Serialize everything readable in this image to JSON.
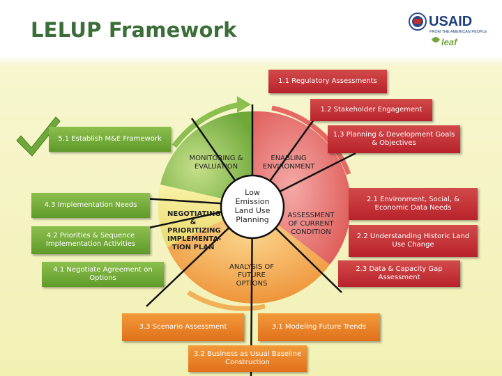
{
  "title": "LELUP Framework",
  "logo": {
    "usaid": "USAID",
    "tagline": "FROM THE AMERICAN PEOPLE",
    "leaf": "leaf"
  },
  "center": "Low Emission Land Use Planning",
  "phases": {
    "monitoring": "MONITORING & EVALUATION",
    "enabling": "ENABLING ENVIRONMENT",
    "negotiating": "NEGOTIATING & PRIORITIZING IMPLEMENTA- TION PLAN",
    "assessment": "ASSESSMENT OF CURRENT CONDITION",
    "analysis": "ANALYSIS OF FUTURE OPTIONS"
  },
  "steps": {
    "s1_1": "1.1 Regulatory Assessments",
    "s1_2": "1.2 Stakeholder Engagement",
    "s1_3": "1.3 Planning & Development Goals & Objectives",
    "s2_1": "2.1 Environment, Social, & Economic Data Needs",
    "s2_2": "2.2 Understanding Historic Land Use Change",
    "s2_3": "2.3 Data & Capacity Gap Assessment",
    "s3_1": "3.1 Modeling Future Trends",
    "s3_2": "3.2 Business as Usual Baseline Construction",
    "s3_3": "3.3 Scenario Assessment",
    "s4_1": "4.1 Negotiate Agreement on Options",
    "s4_2": "4.2 Priorities & Sequence Implementation Activities",
    "s4_3": "4.3 Implementation Needs",
    "s5_1": "5.1 Establish M&E Framework"
  },
  "colors": {
    "red": "#c0302f",
    "green": "#6ea83a",
    "orange": "#e98326",
    "title": "#3c6e3a"
  }
}
